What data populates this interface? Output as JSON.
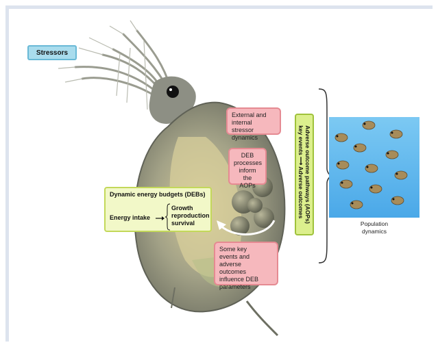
{
  "stressors": "Stressors",
  "labels": {
    "external_internal": [
      "External and",
      "internal stressor",
      "dynamics"
    ],
    "deb_processes": [
      "DEB",
      "processes",
      "inform the",
      "AOPs"
    ],
    "key_events": [
      "Some key",
      "events and adverse",
      "outcomes",
      "influence DEB",
      "parameters"
    ]
  },
  "deb": {
    "title": "Dynamic energy budgets  (DEBs)",
    "intake": "Energy intake",
    "outcomes": [
      "Growth",
      "reproduction",
      "survival"
    ]
  },
  "aop": {
    "line1": "Adverse outcome pathways (AOPs)",
    "line2_left": "key events",
    "line2_right": "Adverse outcomes"
  },
  "population": [
    "Population",
    "dynamics"
  ],
  "colors": {
    "red_fill": "#f6b8bd",
    "red_border": "#e58a92",
    "green_fill": "#dcef8d",
    "green_border": "#9fc23b",
    "blue_fill": "#a9dced",
    "water": "#4aa8e8"
  }
}
